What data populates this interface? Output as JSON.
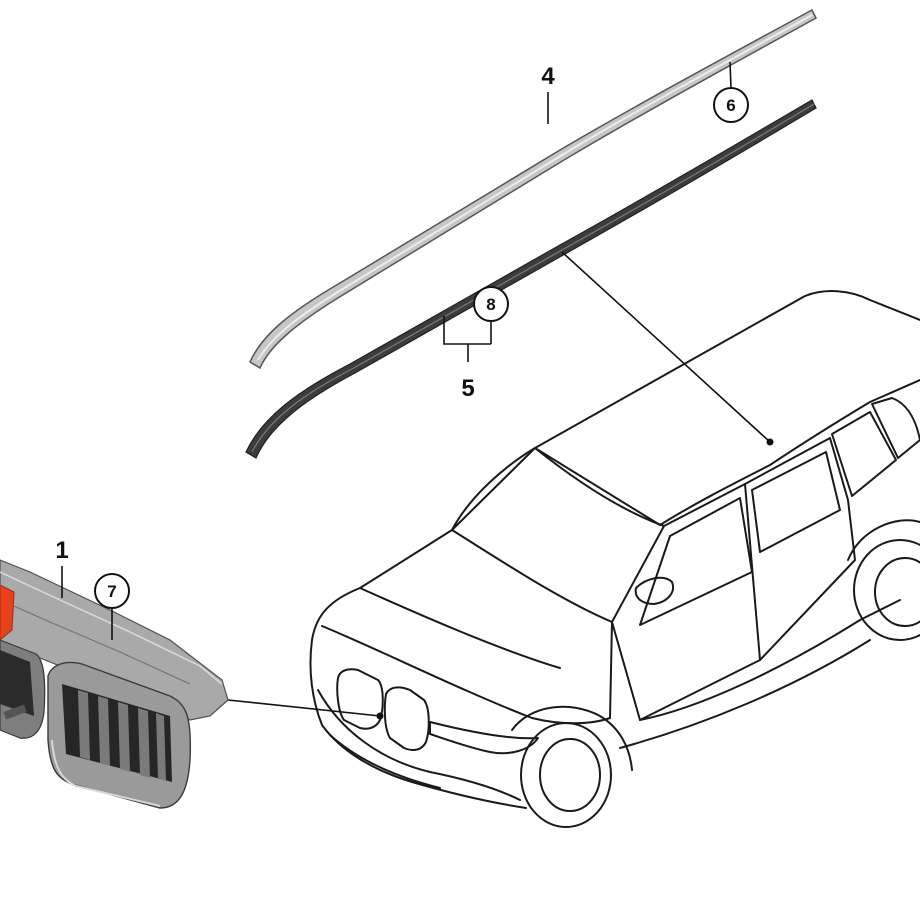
{
  "callouts": {
    "c1": "1",
    "c4": "4",
    "c5": "5",
    "c6": "6",
    "c7": "7",
    "c8": "8"
  },
  "colors": {
    "line": "#111111",
    "rail_light": "#b9b9b9",
    "rail_dark": "#4a4a4a",
    "grille_gray": "#8e8e8e",
    "highlight": "#e8411c"
  }
}
